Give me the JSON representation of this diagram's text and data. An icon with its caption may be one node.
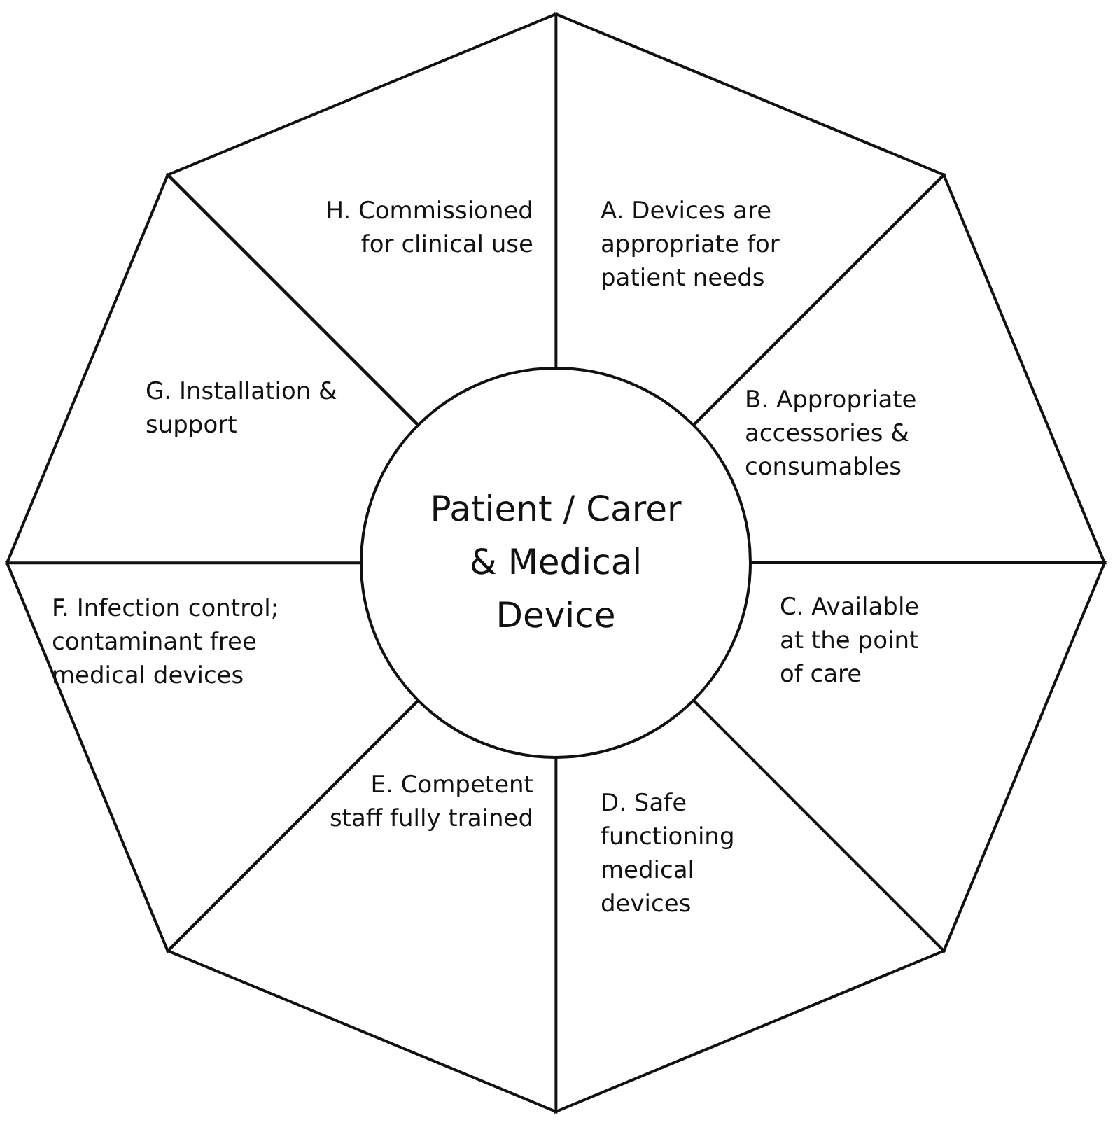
{
  "diagram": {
    "nodes": [
      {
        "text": [
          "Patient / Carer & Medical Device"
        ]
      },
      {
        "text": [
          "A. Devices are appropriate for patient needs"
        ]
      },
      {
        "text": [
          "B. Appropriate accessories & consumables"
        ]
      },
      {
        "text": [
          "C. Available at the point of care"
        ]
      },
      {
        "text": [
          "D. Safe functioning medical devices"
        ]
      },
      {
        "text": [
          "E. Competent staff fully trained"
        ]
      },
      {
        "text": [
          "F. Infection control; contaminant free medical devices"
        ]
      },
      {
        "text": [
          "G. Installation & support"
        ]
      },
      {
        "text": [
          "H. Commissioned for clinical use"
        ]
      }
    ]
  }
}
